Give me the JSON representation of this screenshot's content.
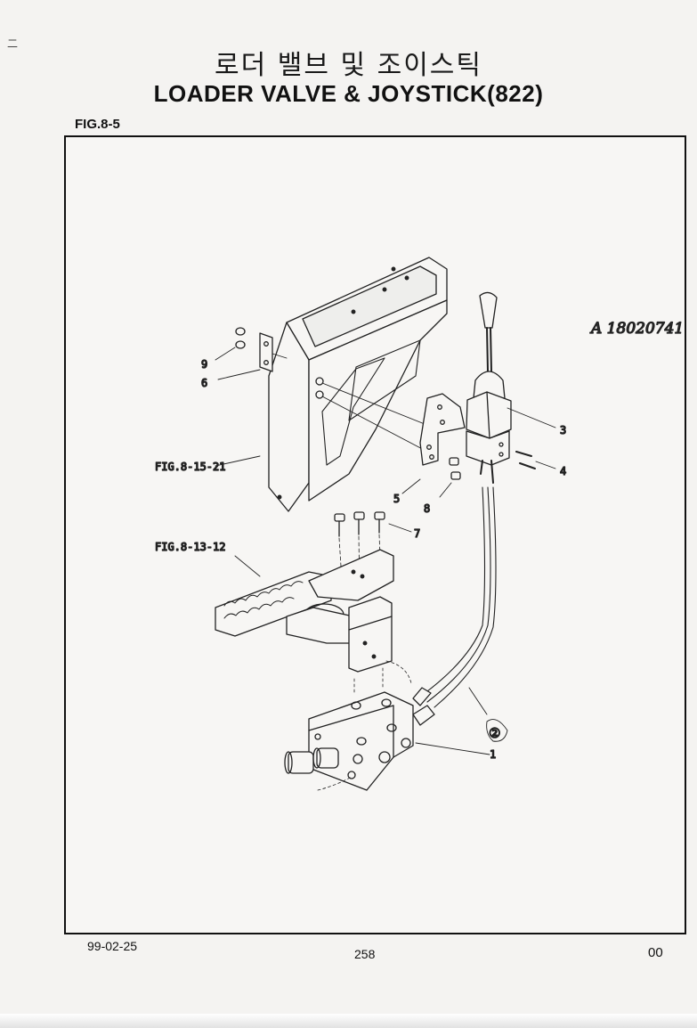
{
  "header": {
    "title_korean": "로더 밸브 및 조이스틱",
    "title_english": "LOADER VALVE & JOYSTICK(822)",
    "figure_label": "FIG.8-5"
  },
  "callouts": {
    "p1": "1",
    "p2": "②",
    "p3": "3",
    "p4": "4",
    "p5": "5",
    "p6": "6",
    "p7": "7",
    "p8": "8",
    "p9": "9",
    "ref_seat": "FIG.8-15-21",
    "ref_step": "FIG.8-13-12"
  },
  "handwritten_note": "A 18020741",
  "footer": {
    "date": "99-02-25",
    "page_number": "258",
    "revision": "00"
  },
  "margin_mark": "二"
}
